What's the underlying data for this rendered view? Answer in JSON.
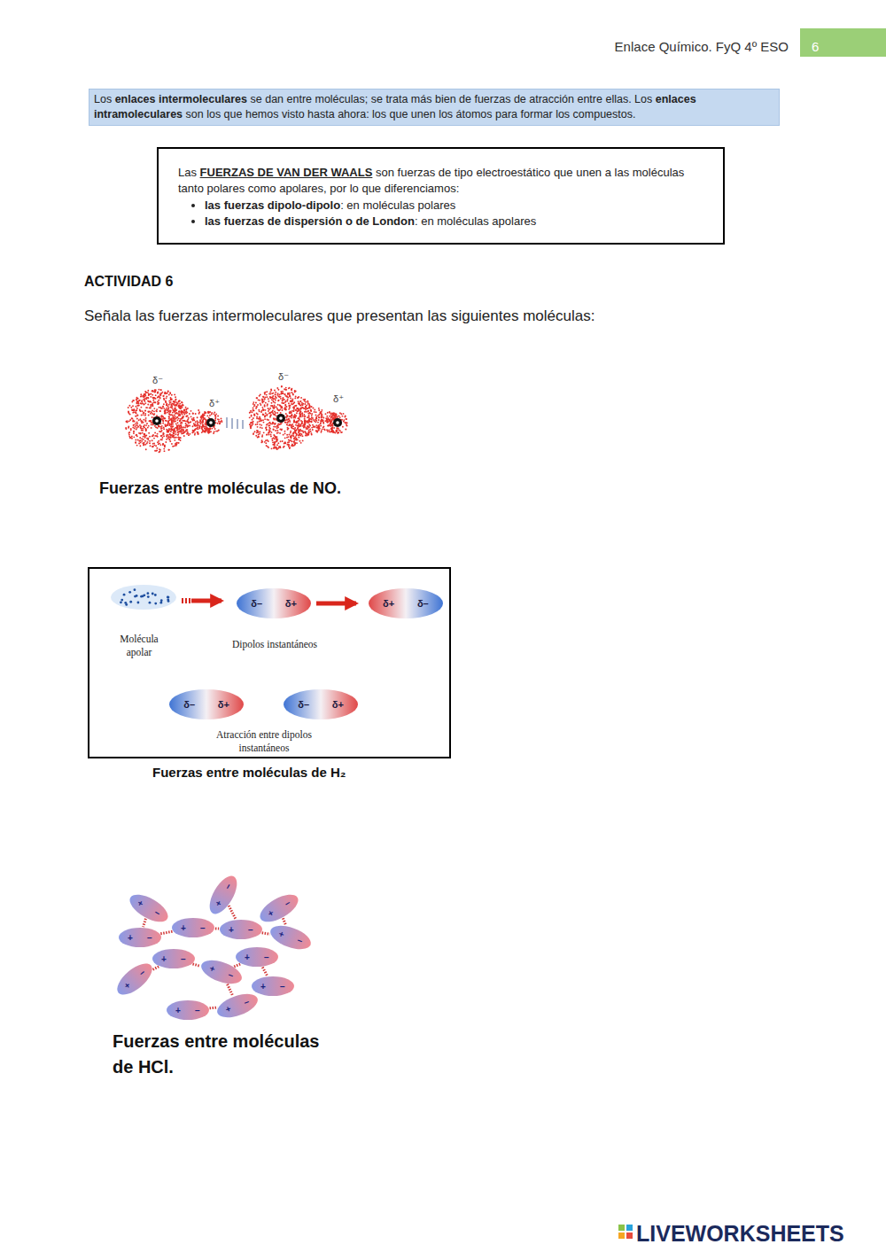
{
  "diagram": {
    "nodes": [
      {
        "text": [
          "Los",
          "enlaces intermoleculares",
          "se dan entre moléculas; se trata más bien de fuerzas de atracción entre ellas. Los",
          "enlaces intramoleculares",
          "son los que hemos visto hasta ahora: los que unen los átomos para formar los compuestos."
        ]
      },
      {
        "text": [
          "Las",
          "FUERZAS DE VAN DER WAALS",
          "son fuerzas de tipo electroestático que unen a las moléculas tanto polares como apolares, por lo que diferenciamos:",
          "las fuerzas dipolo-dipolo",
          ": en moléculas polares",
          "las fuerzas de dispersión o de London",
          ": en moléculas apolares"
        ]
      },
      {
        "text": [
          "Molécula apolar",
          "Dipolos instantáneos",
          "Atracción entre dipolos instantáneos"
        ]
      },
      {
        "text": [
          "δ–",
          "δ+"
        ],
        "in": 2
      },
      {
        "text": [
          "δ+",
          "δ–"
        ],
        "in": 2
      },
      {
        "text": [
          "δ–",
          "δ+"
        ],
        "in": 2
      },
      {
        "text": [
          "δ–",
          "δ+"
        ],
        "in": 2
      },
      {
        "text": [
          "+",
          "−"
        ]
      },
      {
        "text": [
          "+",
          "−"
        ]
      },
      {
        "text": [
          "+",
          "−"
        ]
      },
      {
        "text": [
          "+",
          "−"
        ]
      },
      {
        "text": [
          "+",
          "−"
        ]
      },
      {
        "text": [
          "+",
          "−"
        ]
      },
      {
        "text": [
          "+",
          "−"
        ]
      },
      {
        "text": [
          "+",
          "−"
        ]
      },
      {
        "text": [
          "+",
          "−"
        ]
      },
      {
        "text": [
          "+",
          "−"
        ]
      },
      {
        "text": [
          "+",
          "−"
        ]
      },
      {
        "text": [
          "+",
          "−"
        ]
      },
      {
        "text": [
          "+",
          "−"
        ]
      },
      {
        "text": [
          "+",
          "−"
        ]
      }
    ],
    "edges": [
      {
        "from": 3,
        "to": 4,
        "arrow": "to"
      },
      {
        "from": 10,
        "to": 11,
        "arrow": "none"
      },
      {
        "from": 11,
        "to": 12,
        "arrow": "none"
      },
      {
        "from": 12,
        "to": 13,
        "arrow": "none"
      },
      {
        "from": 8,
        "to": 12,
        "arrow": "none"
      },
      {
        "from": 9,
        "to": 13,
        "arrow": "none"
      },
      {
        "from": 7,
        "to": 10,
        "arrow": "none"
      },
      {
        "from": 14,
        "to": 17,
        "arrow": "none"
      },
      {
        "from": 17,
        "to": 15,
        "arrow": "none"
      },
      {
        "from": 15,
        "to": 18,
        "arrow": "none"
      },
      {
        "from": 16,
        "to": 14,
        "arrow": "none"
      },
      {
        "from": 19,
        "to": 20,
        "arrow": "none"
      },
      {
        "from": 17,
        "to": 20,
        "arrow": "none"
      }
    ],
    "labels": [
      "Enlace Químico. FyQ 4º ESO",
      "6",
      "ACTIVIDAD 6",
      "Señala las fuerzas intermoleculares que presentan las siguientes moléculas:",
      "δ⁻",
      "δ⁺",
      "δ⁻",
      "δ⁺",
      "Fuerzas entre moléculas de NO.",
      "Fuerzas entre moléculas de H₂",
      "Fuerzas entre moléculas de HCl.",
      "LIVEWORKSHEETS"
    ]
  }
}
